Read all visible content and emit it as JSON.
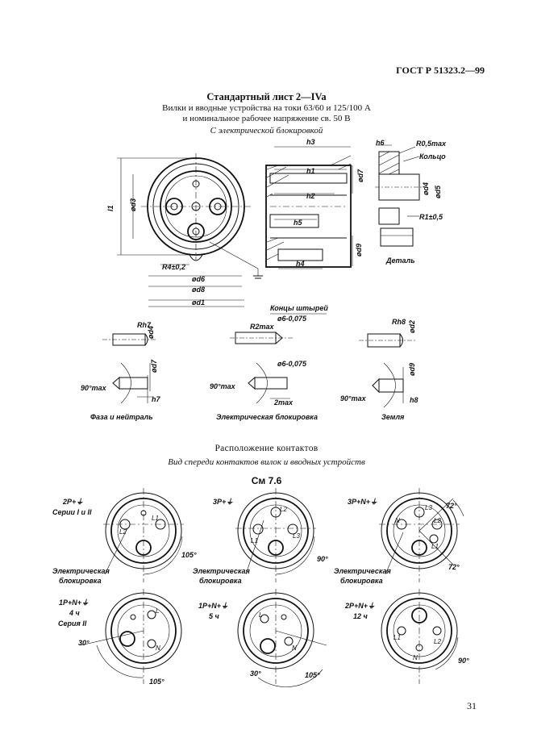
{
  "header": {
    "doc_code": "ГОСТ Р 51323.2—99"
  },
  "titles": {
    "sheet": "Стандартный лист 2—IVa",
    "line1": "Вилки и вводные устройства на токи 63/60 и 125/100 А",
    "line2": "и номинальное рабочее напряжение св. 50 В",
    "subtitle": "С электрической блокировкой"
  },
  "top_drawing": {
    "front_labels": [
      "l1",
      "ød3",
      "R4±0,2",
      "ød6",
      "ød8",
      "ød1"
    ],
    "section_labels": [
      "h3",
      "h1",
      "h2",
      "h5",
      "h4",
      "ød7",
      "ød9"
    ],
    "detail_labels": [
      "h6",
      "R0,5max",
      "Кольцо",
      "ød4",
      "ød5",
      "R1±0,5",
      "Деталь"
    ]
  },
  "pin_ends": {
    "title": "Концы штырей",
    "labels": [
      "Rh7",
      "ød4",
      "R2max",
      "ø6-0,075",
      "Rh8",
      "ød2",
      "90°max",
      "ød7",
      "h7",
      "ø6-0,075",
      "90°max",
      "2max",
      "90°max",
      "ød9",
      "h8"
    ],
    "captions": [
      "Фаза и нейтраль",
      "Электрическая блокировка",
      "Земля"
    ]
  },
  "section": {
    "title": "Расположение контактов",
    "subtitle": "Вид спереди контактов вилок и вводных устройств",
    "see": "См 7.6"
  },
  "diagrams": {
    "row1": [
      {
        "label1": "2P+⏚",
        "label2": "Серии I и II",
        "pins": [
          "L1",
          "L2"
        ],
        "angle": "105°"
      },
      {
        "label1": "3P+⏚",
        "pins": [
          "L2",
          "L1",
          "L3"
        ],
        "angle": "90°"
      },
      {
        "label1": "3P+N+⏚",
        "pins": [
          "L3",
          "N",
          "L2",
          "L1"
        ],
        "angle1": "72°",
        "angle2": "72°"
      }
    ],
    "interlock_label": [
      "Электрическая",
      "блокировка"
    ],
    "row2": [
      {
        "label1": "1P+N+⏚",
        "label2": "4 ч",
        "label3": "Серия II",
        "pins": [
          "L",
          "N"
        ],
        "angle1": "30°",
        "angle2": "105°"
      },
      {
        "label1": "1P+N+⏚",
        "label2": "5 ч",
        "pins": [
          "L",
          "N"
        ],
        "angle1": "30°",
        "angle2": "105°"
      },
      {
        "label1": "2P+N+⏚",
        "label2": "12 ч",
        "pins": [
          "L1",
          "L2",
          "N"
        ],
        "angle": "90°"
      }
    ]
  },
  "page_number": "31"
}
